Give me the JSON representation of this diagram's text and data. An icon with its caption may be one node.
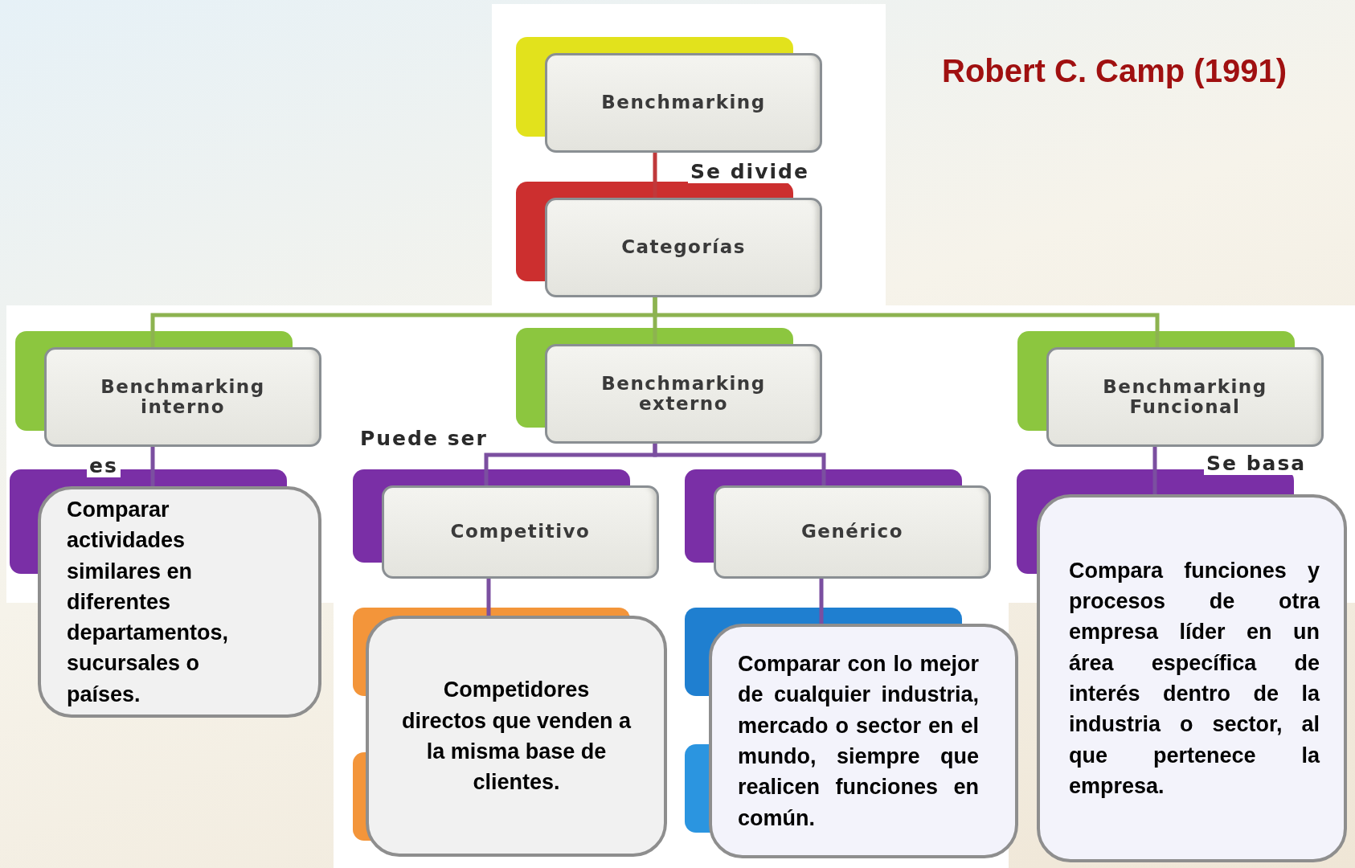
{
  "diagram": {
    "title": "Robert C. Camp (1991)",
    "nodes": [
      {
        "text": [
          "Benchmarking"
        ]
      },
      {
        "text": [
          "Categorías"
        ]
      },
      {
        "text": [
          "Benchmarking interno"
        ]
      },
      {
        "text": [
          "Benchmarking externo"
        ]
      },
      {
        "text": [
          "Benchmarking Funcional"
        ]
      },
      {
        "text": [
          "Competitivo"
        ]
      },
      {
        "text": [
          "Genérico"
        ]
      },
      {
        "text": [
          "Comparar actividades similares en diferentes departamentos, sucursales o países."
        ]
      },
      {
        "text": [
          "Competidores directos que venden a la misma base de clientes."
        ]
      },
      {
        "text": [
          "Comparar con lo mejor de cualquier industria, mercado o sector en el mundo, siempre que realicen funciones en común."
        ]
      },
      {
        "text": [
          "Compara funciones y procesos de otra empresa líder en un área específica de interés dentro de la industria o sector, al que pertenece la empresa."
        ]
      }
    ],
    "edges": [
      {
        "from": 0,
        "to": 1,
        "arrow": "none",
        "label": "Se divide",
        "color": "#c0393b"
      },
      {
        "from": 1,
        "to": 2,
        "arrow": "none",
        "color": "#8db350"
      },
      {
        "from": 1,
        "to": 3,
        "arrow": "none",
        "color": "#8db350"
      },
      {
        "from": 1,
        "to": 4,
        "arrow": "none",
        "color": "#8db350"
      },
      {
        "from": 2,
        "to": 7,
        "arrow": "none",
        "label": "es"
      },
      {
        "from": 3,
        "to": 5,
        "arrow": "none",
        "label": "Puede ser"
      },
      {
        "from": 3,
        "to": 6,
        "arrow": "none"
      },
      {
        "from": 5,
        "to": 8,
        "arrow": "none"
      },
      {
        "from": 6,
        "to": 9,
        "arrow": "none"
      },
      {
        "from": 4,
        "to": 10,
        "arrow": "none",
        "label": "Se basa"
      }
    ]
  }
}
